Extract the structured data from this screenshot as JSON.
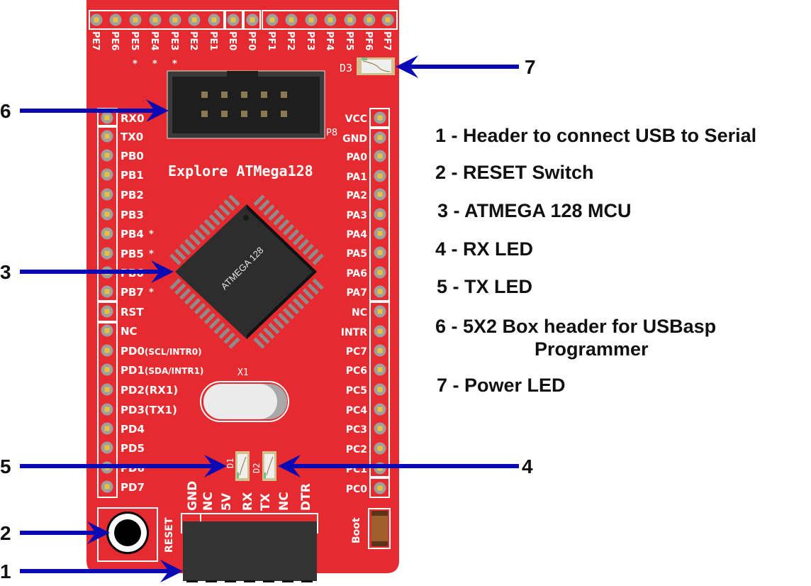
{
  "colors": {
    "board": "#e52b2f",
    "silkscreen": "#ffffff",
    "pad_ring": "#9e9e9e",
    "pad_center": "#e8c040",
    "chip": "#2b2b2b",
    "arrow": "#0a0ab4",
    "text": "#111111"
  },
  "board": {
    "title": "Explore ATMega128",
    "chip_label": "ATMEGA 128",
    "crystal_label": "X1",
    "box_header_label": "P8",
    "power_led_label": "D3",
    "tx_led_label": "D1",
    "rx_led_label": "D2",
    "reset_label": "RESET",
    "boot_label": "Boot",
    "top_pins": [
      "PE7",
      "PE6",
      "PE5",
      "PE4",
      "PE3",
      "PE2",
      "PE1",
      "PE0",
      "PF0",
      "PF1",
      "PF2",
      "PF3",
      "PF4",
      "PF5",
      "PF6",
      "PF7"
    ],
    "top_pin_stars": [
      "",
      "",
      "*",
      "*",
      "*",
      "",
      "",
      "",
      "",
      "",
      "",
      "",
      "",
      "",
      "",
      ""
    ],
    "left_pins": [
      {
        "label": "RX0",
        "star": ""
      },
      {
        "label": "TX0",
        "star": ""
      },
      {
        "label": "PB0",
        "star": ""
      },
      {
        "label": "PB1",
        "star": ""
      },
      {
        "label": "PB2",
        "star": ""
      },
      {
        "label": "PB3",
        "star": ""
      },
      {
        "label": "PB4",
        "star": "*"
      },
      {
        "label": "PB5",
        "star": "*"
      },
      {
        "label": "PB6",
        "star": ""
      },
      {
        "label": "PB7",
        "star": "*"
      },
      {
        "label": "RST",
        "star": ""
      },
      {
        "label": "NC",
        "star": ""
      },
      {
        "label": "PD0(SCL/INTR0)",
        "star": ""
      },
      {
        "label": "PD1(SDA/INTR1)",
        "star": ""
      },
      {
        "label": "PD2(RX1)",
        "star": ""
      },
      {
        "label": "PD3(TX1)",
        "star": ""
      },
      {
        "label": "PD4",
        "star": ""
      },
      {
        "label": "PD5",
        "star": ""
      },
      {
        "label": "PD6",
        "star": ""
      },
      {
        "label": "PD7",
        "star": ""
      }
    ],
    "right_pins": [
      "VCC",
      "GND",
      "PA0",
      "PA1",
      "PA2",
      "PA3",
      "PA4",
      "PA5",
      "PA6",
      "PA7",
      "NC",
      "INTR",
      "PC7",
      "PC6",
      "PC5",
      "PC4",
      "PC3",
      "PC2",
      "PC1",
      "PC0"
    ],
    "serial_header_pins": [
      "GND",
      "NC",
      "5V",
      "RX",
      "TX",
      "NC",
      "DTR"
    ]
  },
  "callouts": [
    {
      "number": "1",
      "text": "1 - Header to connect USB to Serial"
    },
    {
      "number": "2",
      "text": "2 - RESET Switch"
    },
    {
      "number": "3",
      "text": "3 - ATMEGA 128 MCU"
    },
    {
      "number": "4",
      "text": "4 - RX LED"
    },
    {
      "number": "5",
      "text": "5 - TX LED"
    },
    {
      "number": "6",
      "text": "6 - 5X2 Box header for USBasp",
      "text_cont": "Programmer"
    },
    {
      "number": "7",
      "text": "7 - Power LED"
    }
  ]
}
